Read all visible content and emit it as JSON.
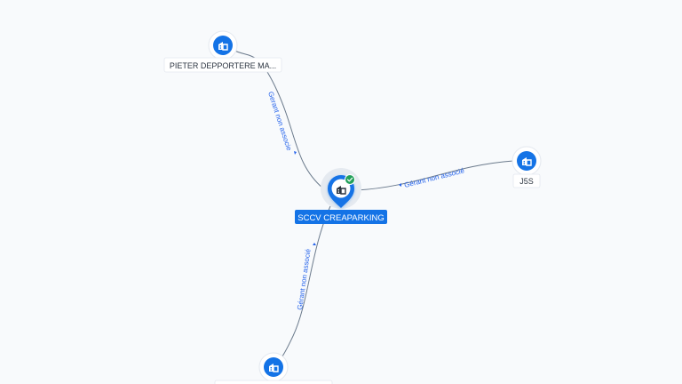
{
  "graph": {
    "main": {
      "label": "SCCV CREAPARKING",
      "icon": "company-building-icon",
      "status_icon": "verified-check-icon",
      "accent": "#1473e6",
      "status_color": "#22a05a"
    },
    "nodes": [
      {
        "label": "PIETER DEPPORTERE MA...",
        "icon": "company-building-icon"
      },
      {
        "label": "J5S",
        "icon": "company-building-icon"
      },
      {
        "label": "",
        "icon": "company-building-icon"
      }
    ],
    "edges": [
      {
        "label": "Gerant non associe"
      },
      {
        "label": "Gérant non associé"
      },
      {
        "label": "Gérant non associé"
      }
    ]
  }
}
